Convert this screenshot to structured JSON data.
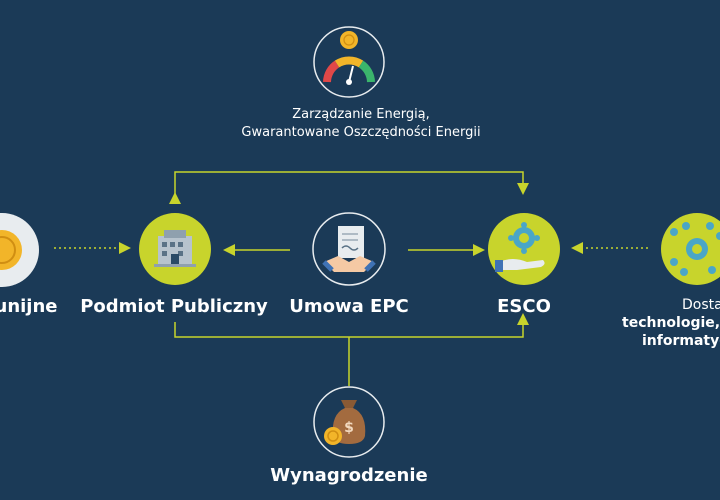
{
  "top": {
    "line1": "Zarządzanie Energią,",
    "line2": "Gwarantowane Oszczędności Energii"
  },
  "nodes": {
    "funds": "unijne",
    "public_entity": "Podmiot Publiczny",
    "epc": "Umowa EPC",
    "esco": "ESCO",
    "suppliers": {
      "line1": "Dostawcy (urza",
      "line2": "technologie, s",
      "line3": "informatyc"
    }
  },
  "bottom": {
    "label": "Wynagrodzenie"
  },
  "colors": {
    "background": "#1b3a57",
    "accent": "#c8d42c",
    "circle_light": "#e8ecef",
    "arrow": "#c8d42c"
  },
  "icons": {
    "top": "energy-gauge-icon",
    "funds": "coin-icon",
    "public_entity": "building-icon",
    "epc": "handshake-contract-icon",
    "esco": "hand-gear-icon",
    "suppliers": "network-gear-icon",
    "bottom": "money-bag-icon"
  }
}
